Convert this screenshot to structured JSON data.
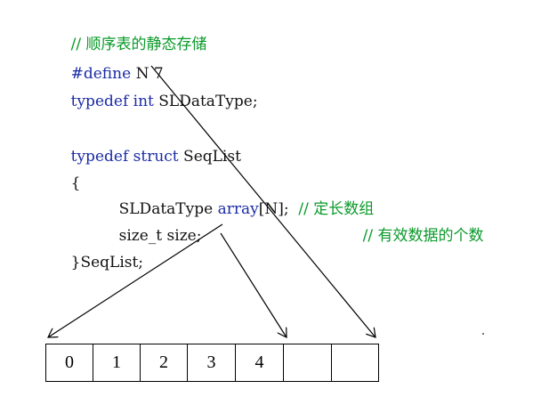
{
  "code": {
    "line1_comment": "// 顺序表的静态存储",
    "line2_define": "#define",
    "line2_rest": " N 7",
    "line3_typedef": "typedef",
    "line3_int": " int",
    "line3_rest": " SLDataType;",
    "line5_typedef": "typedef",
    "line5_struct": " struct",
    "line5_rest": " SeqList",
    "line6_brace": "{",
    "line7_type": "SLDataType",
    "line7_array": " array",
    "line7_rest": "[N];  ",
    "line7_comment": "// 定长数组",
    "line8_decl": "size_t size;",
    "line8_comment": "// 有效数据的个数",
    "line9_close": "}SeqList;"
  },
  "array_cells": [
    "0",
    "1",
    "2",
    "3",
    "4",
    "",
    ""
  ],
  "colors": {
    "keyword": "#1a2ba6",
    "comment": "#0a9a2a",
    "text": "#111111",
    "arrow": "#000000"
  }
}
